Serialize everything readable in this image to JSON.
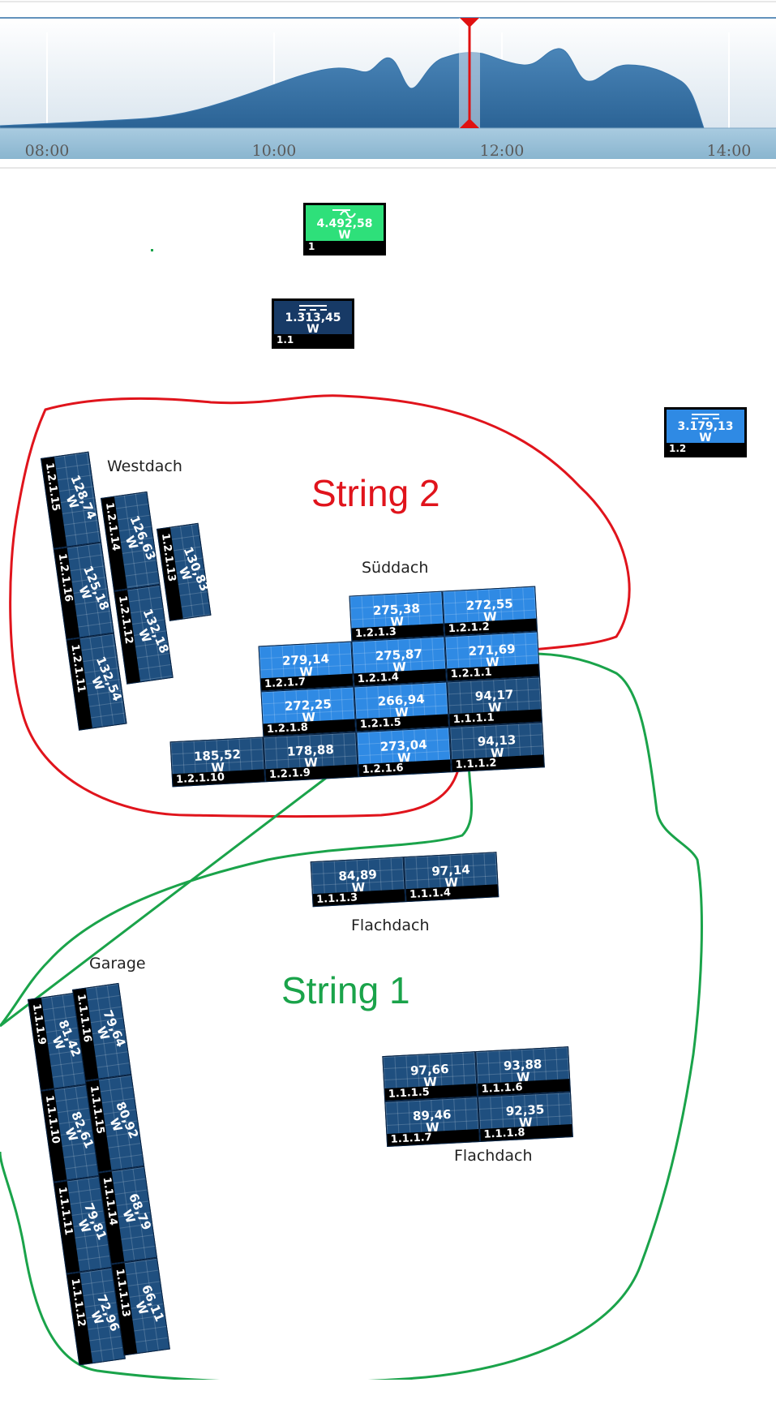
{
  "timeline": {
    "ticks": [
      "08:00",
      "10:00",
      "12:00",
      "14:00"
    ],
    "accent": "#2e6fa6",
    "cursor_color": "#e01010"
  },
  "strings": {
    "string1": {
      "label": "String 1",
      "color": "#1aa34a"
    },
    "string2": {
      "label": "String 2",
      "color": "#e0141c"
    }
  },
  "roofs": {
    "westdach": "Westdach",
    "sueddach": "Süddach",
    "flachdach_top": "Flachdach",
    "flachdach_bottom": "Flachdach",
    "garage": "Garage"
  },
  "devices": {
    "meter": {
      "value": "4.492,58",
      "unit": "W",
      "id": "1",
      "color": "#2ee07a",
      "icon": "ac-sine-icon"
    },
    "inv_1_1": {
      "value": "1.313,45",
      "unit": "W",
      "id": "1.1",
      "color": "#173a66",
      "icon": "dc-icon"
    },
    "inv_1_2": {
      "value": "3.179,13",
      "unit": "W",
      "id": "1.2",
      "color": "#2f8ae4",
      "icon": "dc-icon"
    }
  },
  "panels": {
    "p1215": {
      "id": "1.2.1.15",
      "value": "128,74",
      "unit": "W"
    },
    "p1216": {
      "id": "1.2.1.16",
      "value": "125,18",
      "unit": "W"
    },
    "p1211": {
      "id": "1.2.1.11",
      "value": "132,54",
      "unit": "W"
    },
    "p1214": {
      "id": "1.2.1.14",
      "value": "126,63",
      "unit": "W"
    },
    "p1212": {
      "id": "1.2.1.12",
      "value": "132,18",
      "unit": "W"
    },
    "p1213": {
      "id": "1.2.1.13",
      "value": "130,83",
      "unit": "W"
    },
    "p123": {
      "id": "1.2.1.3",
      "value": "275,38",
      "unit": "W"
    },
    "p122": {
      "id": "1.2.1.2",
      "value": "272,55",
      "unit": "W"
    },
    "p121": {
      "id": "1.2.1.1",
      "value": "271,69",
      "unit": "W"
    },
    "p124": {
      "id": "1.2.1.4",
      "value": "275,87",
      "unit": "W"
    },
    "p127": {
      "id": "1.2.1.7",
      "value": "279,14",
      "unit": "W"
    },
    "p128": {
      "id": "1.2.1.8",
      "value": "272,25",
      "unit": "W"
    },
    "p125": {
      "id": "1.2.1.5",
      "value": "266,94",
      "unit": "W"
    },
    "p126": {
      "id": "1.2.1.6",
      "value": "273,04",
      "unit": "W"
    },
    "p1210": {
      "id": "1.2.1.10",
      "value": "185,52",
      "unit": "W"
    },
    "p129": {
      "id": "1.2.1.9",
      "value": "178,88",
      "unit": "W"
    },
    "p111": {
      "id": "1.1.1.1",
      "value": "94,17",
      "unit": "W"
    },
    "p112": {
      "id": "1.1.1.2",
      "value": "94,13",
      "unit": "W"
    },
    "p113": {
      "id": "1.1.1.3",
      "value": "84,89",
      "unit": "W"
    },
    "p114": {
      "id": "1.1.1.4",
      "value": "97,14",
      "unit": "W"
    },
    "p115": {
      "id": "1.1.1.5",
      "value": "97,66",
      "unit": "W"
    },
    "p116": {
      "id": "1.1.1.6",
      "value": "93,88",
      "unit": "W"
    },
    "p117": {
      "id": "1.1.1.7",
      "value": "89,46",
      "unit": "W"
    },
    "p118": {
      "id": "1.1.1.8",
      "value": "92,35",
      "unit": "W"
    },
    "p119": {
      "id": "1.1.1.9",
      "value": "81,42",
      "unit": "W"
    },
    "p1110": {
      "id": "1.1.1.10",
      "value": "82,61",
      "unit": "W"
    },
    "p1111": {
      "id": "1.1.1.11",
      "value": "79,81",
      "unit": "W"
    },
    "p1112": {
      "id": "1.1.1.12",
      "value": "72,96",
      "unit": "W"
    },
    "p1116": {
      "id": "1.1.1.16",
      "value": "79,64",
      "unit": "W"
    },
    "p1115": {
      "id": "1.1.1.15",
      "value": "80,92",
      "unit": "W"
    },
    "p1114": {
      "id": "1.1.1.14",
      "value": "68,79",
      "unit": "W"
    },
    "p1113": {
      "id": "1.1.1.13",
      "value": "66,11",
      "unit": "W"
    }
  }
}
